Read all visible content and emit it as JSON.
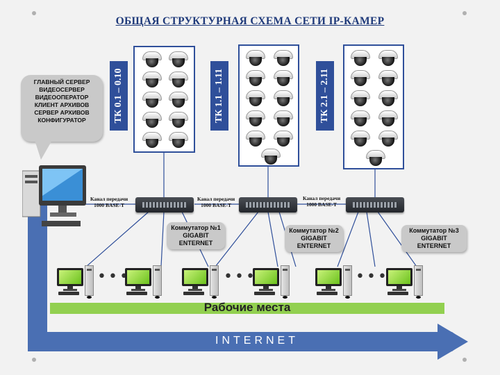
{
  "title": "ОБЩАЯ СТРУКТУРНАЯ СХЕМА СЕТИ IP-КАМЕР",
  "server_roles": [
    "ГЛАВНЫЙ СЕРВЕР",
    "ВИДЕОСЕРВЕР",
    "ВИДЕООПЕРАТОР",
    "КЛИЕНТ АРХИВОВ",
    "СЕРВЕР АРХИВОВ",
    "КОНФИГУРАТОР"
  ],
  "camera_groups": [
    {
      "label": "ТК 0.1 – 0.10",
      "count": 10
    },
    {
      "label": "ТК 1.1 – 1.11",
      "count": 11
    },
    {
      "label": "ТК 2.1 – 2.11",
      "count": 11
    }
  ],
  "channels": [
    {
      "line1": "Канал передачи",
      "line2": "1000 BASE-T"
    },
    {
      "line1": "Канал передачи",
      "line2": "1000 BASE-T"
    },
    {
      "line1": "Канал передачи",
      "line2": "1000 BASE-T"
    }
  ],
  "switches": [
    {
      "line1": "Коммутатор №1",
      "line2": "GIGABIT",
      "line3": "ENTERNET"
    },
    {
      "line1": "Коммутатор №2",
      "line2": "GIGABIT",
      "line3": "ENTERNET"
    },
    {
      "line1": "Коммутатор №3",
      "line2": "GIGABIT",
      "line3": "ENTERNET"
    }
  ],
  "ellipsis": "•••",
  "workplaces_label": "Рабочие места",
  "internet_label": "INTERNET",
  "colors": {
    "accent": "#2f4f9a",
    "workplaces_bar": "#92d050",
    "internet_bar": "#4a6fb3",
    "title": "#1f3a7a"
  }
}
